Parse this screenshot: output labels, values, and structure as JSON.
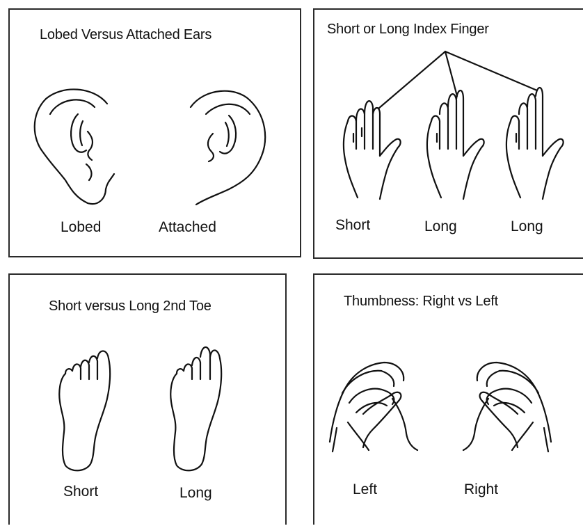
{
  "panels": {
    "ears": {
      "title": "Lobed Versus Attached Ears",
      "left_label": "Lobed",
      "right_label": "Attached"
    },
    "finger": {
      "title": "Short or Long Index Finger",
      "labels": [
        "Short",
        "Long",
        "Long"
      ]
    },
    "toe": {
      "title": "Short versus Long 2nd Toe",
      "left_label": "Short",
      "right_label": "Long"
    },
    "thumb": {
      "title": "Thumbness: Right vs Left",
      "left_label": "Left",
      "right_label": "Right"
    }
  },
  "colors": {
    "line": "#111111",
    "border": "#2a2a2a",
    "background": "#ffffff"
  }
}
